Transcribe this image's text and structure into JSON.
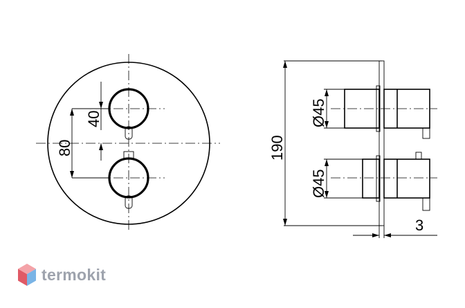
{
  "dimensions": {
    "front_spacing": "40",
    "front_diameter": "80",
    "side_height": "190",
    "side_upper_diameter": "Ø45",
    "side_lower_diameter": "Ø45",
    "side_offset": "3"
  },
  "brand": {
    "name": "termokit",
    "colors": {
      "text": "#9ea3ad",
      "logo_top": "#f4a3a8",
      "logo_left": "#e05a66",
      "logo_right": "#7ab4e6"
    }
  }
}
